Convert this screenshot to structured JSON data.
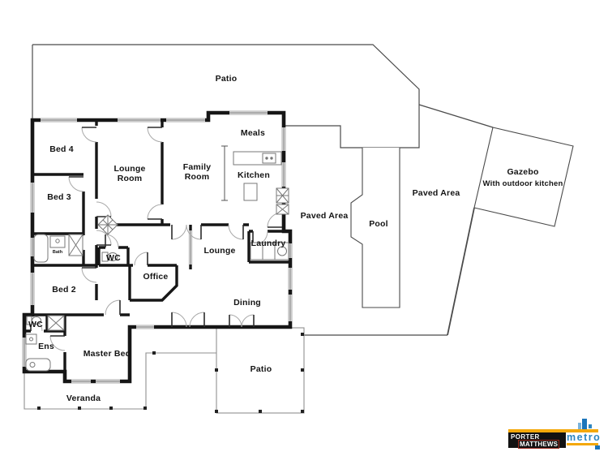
{
  "plan_labels": {
    "patio_top": {
      "text": "Patio"
    },
    "meals": {
      "text": "Meals"
    },
    "bed4": {
      "text": "Bed 4"
    },
    "lounge_room": {
      "line1": "Lounge",
      "line2": "Room"
    },
    "family_room": {
      "line1": "Family",
      "line2": "Room"
    },
    "kitchen": {
      "text": "Kitchen"
    },
    "bed3": {
      "text": "Bed 3"
    },
    "paved_left": {
      "text": "Paved Area"
    },
    "pool": {
      "text": "Pool"
    },
    "paved_right": {
      "text": "Paved Area"
    },
    "gazebo": {
      "line1": "Gazebo",
      "line2": "With outdoor kitchen"
    },
    "bath": {
      "text": "Bath"
    },
    "lounge": {
      "text": "Lounge"
    },
    "laundry": {
      "text": "Laundry"
    },
    "wc_upper": {
      "text": "WC"
    },
    "office": {
      "text": "Office"
    },
    "bed2": {
      "text": "Bed 2"
    },
    "dining": {
      "text": "Dining"
    },
    "wc_lower": {
      "text": "WC"
    },
    "ens": {
      "text": "Ens"
    },
    "master_bed": {
      "text": "Master Bed"
    },
    "patio_bottom": {
      "text": "Patio"
    },
    "veranda": {
      "text": "Veranda"
    }
  },
  "logo": {
    "line1": "PORTER",
    "line2": "MATTHEWS",
    "brand": "metro"
  },
  "colors": {
    "wall": "#161616",
    "boundary_line": "#4a4a4a",
    "light_line": "#8f8f8f",
    "window": "#cdcdcd",
    "door_arc": "#a0a0a0",
    "logo_yellow": "#f4a80a",
    "logo_black": "#121212",
    "logo_blue": "#2e86c1",
    "logo_red": "#9e2b1e"
  }
}
